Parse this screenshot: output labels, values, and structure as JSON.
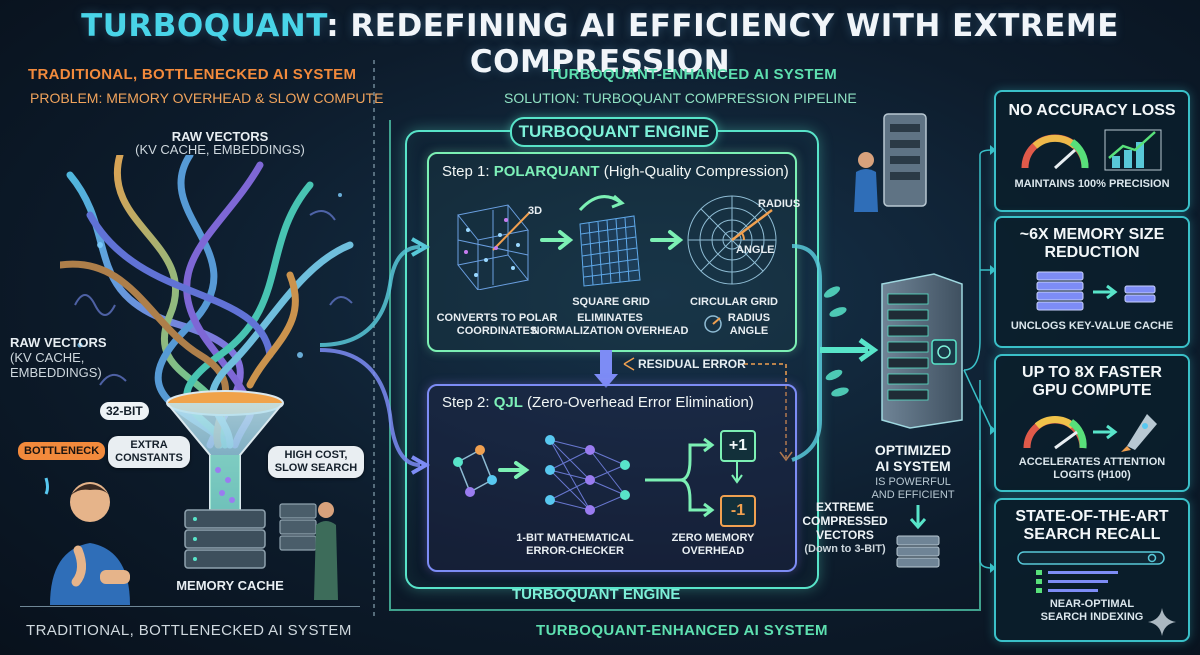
{
  "title": {
    "brand": "TURBOQUANT",
    "rest": ": REDEFINING AI EFFICIENCY WITH EXTREME COMPRESSION"
  },
  "left": {
    "heading": "TRADITIONAL, BOTTLENECKED AI SYSTEM",
    "problem": "PROBLEM: MEMORY OVERHEAD & SLOW COMPUTE",
    "raw_top_1": "RAW VECTORS",
    "raw_top_2": "(KV CACHE, EMBEDDINGS)",
    "raw_side_1": "RAW VECTORS",
    "raw_side_2": "(KV CACHE,",
    "raw_side_3": "EMBEDDINGS)",
    "bits": "32-BIT",
    "bottleneck": "BOTTLENECK",
    "extra_1": "EXTRA",
    "extra_2": "CONSTANTS",
    "cost_1": "HIGH COST,",
    "cost_2": "SLOW SEARCH",
    "memory_cache": "MEMORY CACHE",
    "footer": "TRADITIONAL, BOTTLENECKED AI SYSTEM"
  },
  "middle": {
    "heading": "TURBOQUANT-ENHANCED AI SYSTEM",
    "solution": "SOLUTION: TURBOQUANT COMPRESSION PIPELINE",
    "engine_label": "TURBOQUANT ENGINE",
    "engine_footer": "TURBOQUANT ENGINE",
    "footer": "TURBOQUANT-ENHANCED AI SYSTEM",
    "step1": {
      "prefix": "Step 1: ",
      "name": "POLARQUANT",
      "desc": " (High-Quality Compression)",
      "label_3d": "3D",
      "radius": "RADIUS",
      "angle": "ANGLE",
      "cap_polar_1": "CONVERTS TO POLAR",
      "cap_polar_2": "COORDINATES",
      "cap_square": "SQUARE GRID",
      "cap_elim_1": "ELIMINATES",
      "cap_elim_2": "NORMALIZATION OVERHEAD",
      "cap_circular": "CIRCULAR GRID",
      "cap_radius": "RADIUS",
      "cap_angle": "ANGLE"
    },
    "residual": "RESIDUAL ERROR",
    "step2": {
      "prefix": "Step 2: ",
      "name": "QJL",
      "desc": " (Zero-Overhead Error Elimination)",
      "plus": "+1",
      "minus": "-1",
      "cap_checker_1": "1-BIT MATHEMATICAL",
      "cap_checker_2": "ERROR-CHECKER",
      "cap_zero_1": "ZERO MEMORY",
      "cap_zero_2": "OVERHEAD"
    }
  },
  "output": {
    "optimized_1": "OPTIMIZED",
    "optimized_2": "AI SYSTEM",
    "optimized_sub_1": "IS POWERFUL",
    "optimized_sub_2": "AND EFFICIENT",
    "compressed_1": "EXTREME",
    "compressed_2": "COMPRESSED",
    "compressed_3": "VECTORS",
    "compressed_4": "(Down to 3-BIT)"
  },
  "results": [
    {
      "title_1": "NO ACCURACY LOSS",
      "title_2": "",
      "desc_1": "MAINTAINS 100% PRECISION",
      "desc_2": ""
    },
    {
      "title_1": "~6X MEMORY SIZE",
      "title_2": "REDUCTION",
      "desc_1": "UNCLOGS KEY-VALUE CACHE",
      "desc_2": ""
    },
    {
      "title_1": "UP TO 8X FASTER",
      "title_2": "GPU COMPUTE",
      "desc_1": "ACCELERATES ATTENTION",
      "desc_2": "LOGITS (H100)"
    },
    {
      "title_1": "STATE-OF-THE-ART",
      "title_2": "SEARCH RECALL",
      "desc_1": "NEAR-OPTIMAL",
      "desc_2": "SEARCH INDEXING"
    }
  ],
  "colors": {
    "accent_teal": "#58e4c9",
    "accent_orange": "#f28a3c",
    "accent_purple": "#7d8cf5",
    "card_border": "#3ac0c8"
  },
  "icons": [
    "tangled-vectors-icon",
    "funnel-icon",
    "server-icon",
    "person-icon",
    "gauge-icon",
    "bar-chart-icon",
    "layers-icon",
    "rocket-icon",
    "search-icon",
    "sparkle-icon"
  ]
}
